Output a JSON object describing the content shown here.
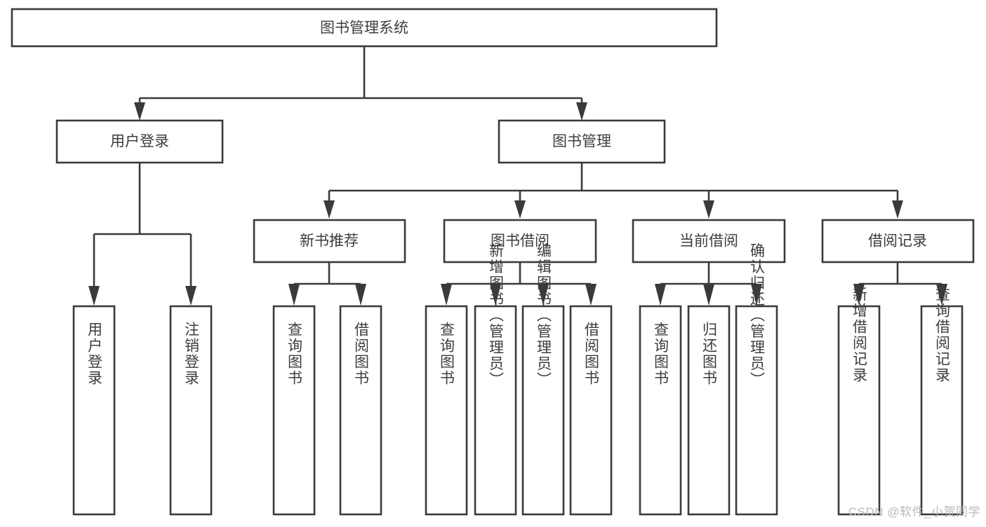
{
  "diagram": {
    "title": "图书管理系统",
    "type": "hierarchy-tree",
    "watermark": "CSDN @软件_小贺同学",
    "colors": {
      "stroke": "#3a3a3a",
      "box_fill": "#ffffff",
      "text": "#3d3d3d",
      "background": "#ffffff",
      "watermark": "#b9b9b9"
    },
    "root": {
      "label": "图书管理系统"
    },
    "level2": [
      {
        "label": "用户登录"
      },
      {
        "label": "图书管理"
      }
    ],
    "level3": [
      {
        "label": "新书推荐"
      },
      {
        "label": "图书借阅"
      },
      {
        "label": "当前借阅"
      },
      {
        "label": "借阅记录"
      }
    ],
    "leaves": {
      "user_login": [
        {
          "label": "用户登录"
        },
        {
          "label": "注销登录"
        }
      ],
      "new_book": [
        {
          "label": "查询图书"
        },
        {
          "label": "借阅图书"
        }
      ],
      "book_borrow": [
        {
          "label": "查询图书"
        },
        {
          "label": "新增图书（管理员）"
        },
        {
          "label": "编辑图书（管理员）"
        },
        {
          "label": "借阅图书"
        }
      ],
      "current_borrow": [
        {
          "label": "查询图书"
        },
        {
          "label": "归还图书"
        },
        {
          "label": "确认归还（管理员）"
        }
      ],
      "borrow_record": [
        {
          "label": "新增借阅记录"
        },
        {
          "label": "查询借阅记录"
        }
      ]
    }
  }
}
